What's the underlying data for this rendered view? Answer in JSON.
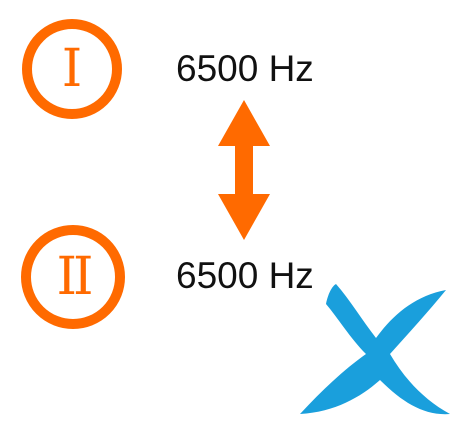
{
  "colors": {
    "accent": "#ff6a00",
    "cross": "#1a9fdc",
    "text": "#111111"
  },
  "items": [
    {
      "numeral": "I",
      "frequency": "6500 Hz"
    },
    {
      "numeral": "II",
      "frequency": "6500 Hz"
    }
  ],
  "icons": {
    "comparison": "double-headed-arrow-icon",
    "result": "cross-icon"
  }
}
